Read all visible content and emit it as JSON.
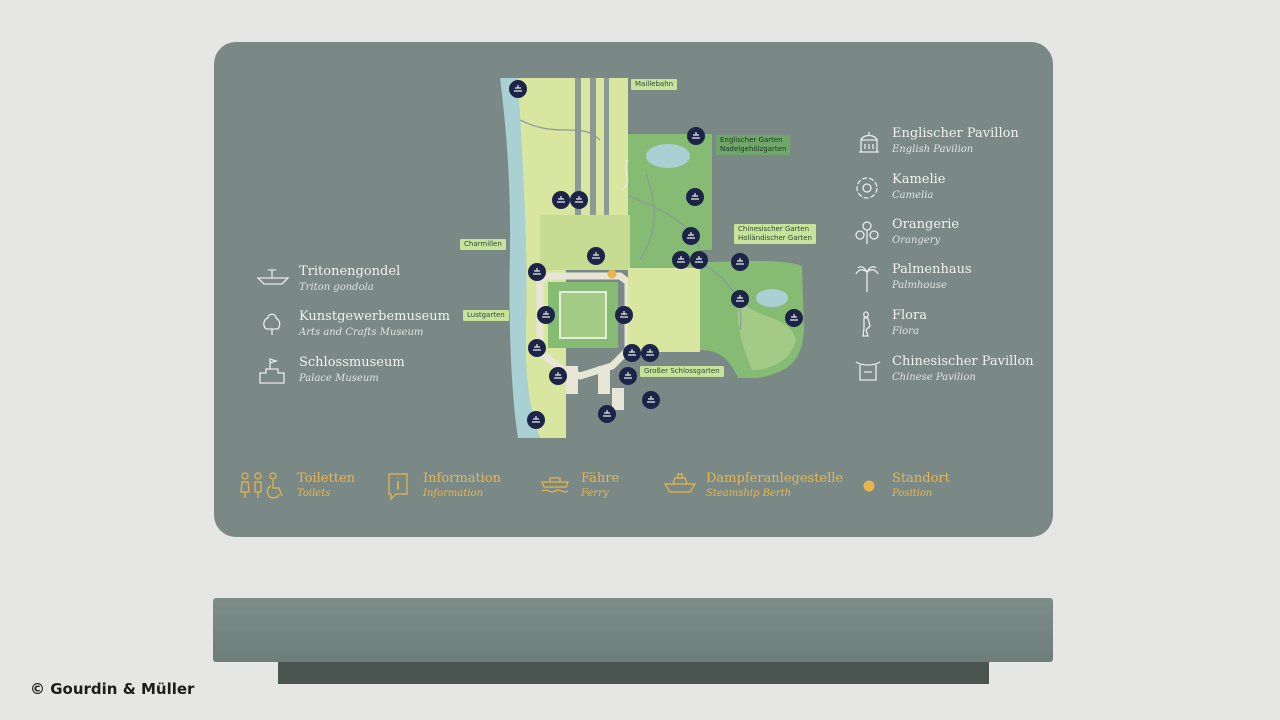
{
  "copyright": "© Gourdin & Müller",
  "map_labels": {
    "maillebahn": "Maillebahn",
    "englischer_garten": "Englischer Garten",
    "nadelgehoelzgarten": "Nadelgehölzgarten",
    "chinesischer_garten": "Chinesischer Garten",
    "hollaendischer_garten": "Holländischer Garten",
    "charmillen": "Charmillen",
    "lustgarten": "Lustgarten",
    "grosser_schlossgarten": "Großer Schlossgarten"
  },
  "left_legend": [
    {
      "title": "Tritonengondel",
      "subtitle": "Triton gondola",
      "icon": "gondola-icon"
    },
    {
      "title": "Kunstgewerbemuseum",
      "subtitle": "Arts and Crafts Museum",
      "icon": "tree-icon"
    },
    {
      "title": "Schlossmuseum",
      "subtitle": "Palace Museum",
      "icon": "castle-icon"
    }
  ],
  "right_legend": [
    {
      "title": "Englischer Pavillon",
      "subtitle": "English Pavilion",
      "icon": "pavilion-icon"
    },
    {
      "title": "Kamelie",
      "subtitle": "Camelia",
      "icon": "flower-icon"
    },
    {
      "title": "Orangerie",
      "subtitle": "Orangery",
      "icon": "orangery-icon"
    },
    {
      "title": "Palmenhaus",
      "subtitle": "Palmhouse",
      "icon": "palm-icon"
    },
    {
      "title": "Flora",
      "subtitle": "Flora",
      "icon": "statue-icon"
    },
    {
      "title": "Chinesischer Pavillon",
      "subtitle": "Chinese Pavilion",
      "icon": "chinese-pavilion-icon"
    }
  ],
  "bottom_legend": [
    {
      "title": "Toiletten",
      "subtitle": "Toilets",
      "icon": "toilets-icon"
    },
    {
      "title": "Information",
      "subtitle": "Information",
      "icon": "info-icon"
    },
    {
      "title": "Fähre",
      "subtitle": "Ferry",
      "icon": "ferry-icon"
    },
    {
      "title": "Dampferanlegestelle",
      "subtitle": "Steamship Berth",
      "icon": "steamship-icon"
    },
    {
      "title": "Standort",
      "subtitle": "Position",
      "icon": "position-dot-icon"
    }
  ],
  "colors": {
    "sign": "#7a8985",
    "legend_text": "#f1f2ee",
    "accent_yellow": "#e8b64c",
    "map_light_green": "#dfe8a6",
    "map_green": "#86bb74",
    "water": "#a9d1d3",
    "marker": "#1c2548"
  }
}
